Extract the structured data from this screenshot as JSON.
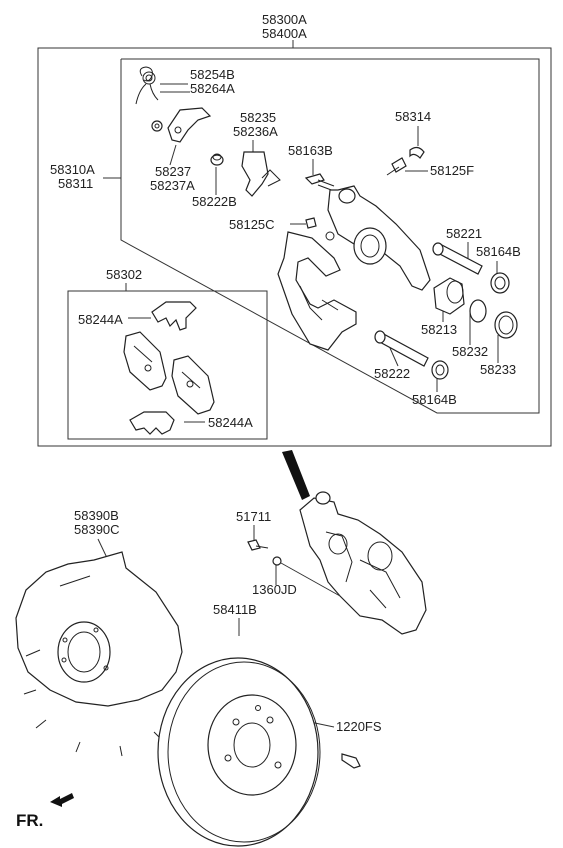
{
  "labels": {
    "l58300A": "58300A",
    "l58400A": "58400A",
    "l58310A": "58310A",
    "l58311": "58311",
    "l58254B": "58254B",
    "l58264A": "58264A",
    "l58235": "58235",
    "l58236A": "58236A",
    "l58314": "58314",
    "l58237": "58237",
    "l58237A": "58237A",
    "l58163B": "58163B",
    "l58125F": "58125F",
    "l58222B": "58222B",
    "l58125C": "58125C",
    "l58221": "58221",
    "l58164B_a": "58164B",
    "l58302": "58302",
    "l58244A_a": "58244A",
    "l58213": "58213",
    "l58232": "58232",
    "l58233": "58233",
    "l58222": "58222",
    "l58164B_b": "58164B",
    "l58244A_b": "58244A",
    "l58390B": "58390B",
    "l58390C": "58390C",
    "l51711": "51711",
    "l1360JD": "1360JD",
    "l58411B": "58411B",
    "l1220FS": "1220FS",
    "fr": "FR."
  }
}
